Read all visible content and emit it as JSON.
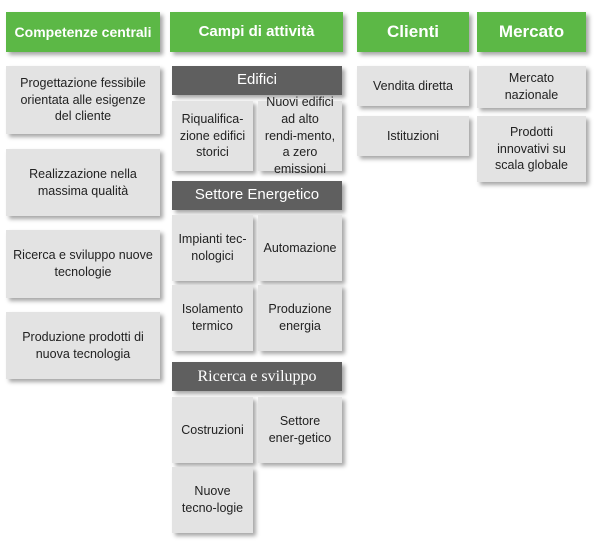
{
  "headers": {
    "competenze": "Competenze centrali",
    "campi": "Campi di attività",
    "clienti": "Clienti",
    "mercato": "Mercato"
  },
  "competenze": [
    "Progettazione fessibile orientata alle esigenze del cliente",
    "Realizzazione nella massima qualità",
    "Ricerca e sviluppo nuove tecnologie",
    "Produzione  prodotti di nuova tecnologia"
  ],
  "campi": {
    "edifici": {
      "title": "Edifici",
      "items": [
        "Riqualifica-zione edifici storici",
        "Nuovi edifici ad alto rendi-mento, a zero emissioni"
      ]
    },
    "energetico": {
      "title": "Settore Energetico",
      "items": [
        "Impianti tec-nologici",
        "Automazione",
        "Isolamento termico",
        "Produzione energia"
      ]
    },
    "ricerca": {
      "title": "Ricerca e sviluppo",
      "items": [
        "Costruzioni",
        "Settore ener-getico",
        "Nuove tecno-logie"
      ]
    }
  },
  "clienti": [
    "Vendita diretta",
    "Istituzioni"
  ],
  "mercato": [
    "Mercato nazionale",
    "Prodotti innovativi su scala globale"
  ]
}
